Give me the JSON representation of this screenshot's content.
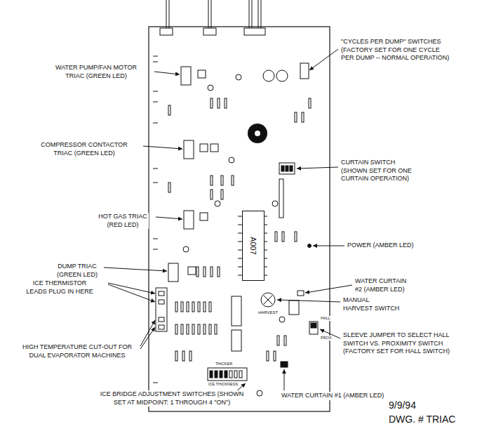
{
  "diagram": {
    "nodes": [
      {
        "text": [
          "A007"
        ]
      }
    ],
    "labels": [
      "WATER PUMP/FAN MOTOR TRIAC (GREEN LED)",
      "\"CYCLES PER DUMP\" SWITCHES (FACTORY SET FOR ONE CYCLE PER DUMP -- NORMAL OPERATION)",
      "COMPRESSOR CONTACTOR TRIAC (GREEN LED)",
      "CURTAIN SWITCH (SHOWN SET FOR ONE CURTAIN OPERATION)",
      "HOT GAS TRIAC (RED LED)",
      "POWER (AMBER LED)",
      "DUMP TRIAC (GREEN LED)",
      "WATER CURTAIN #2 (AMBER LED)",
      "ICE THERMISTOR LEADS PLUG IN HERE",
      "MANUAL HARVEST SWITCH",
      "HARVEST",
      "HIGH TEMPERATURE CUT-OUT FOR DUAL EVAPORATOR MACHINES",
      "SLEEVE JUMPER TO SELECT HALL SWITCH VS. PROXIMITY SWITCH (FACTORY SET FOR HALL SWITCH)",
      "HALL",
      "PROX",
      "THICKER",
      "ICE THICKNESS",
      "ICE BRIDGE ADJUSTMENT SWITCHES (SHOWN SET AT MIDPOINT: 1 THROUGH 4 \"ON\")",
      "WATER CURTAIN #1 (AMBER LED)",
      "9/9/94",
      "DWG. # TRIAC"
    ]
  }
}
